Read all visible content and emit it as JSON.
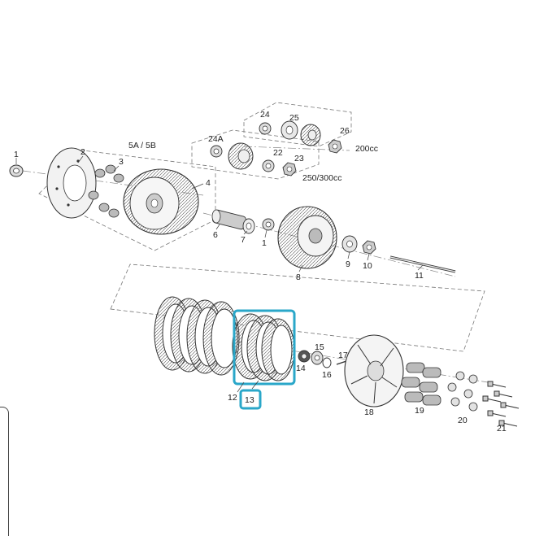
{
  "diagram": {
    "labels": {
      "p1a": "1",
      "p2": "2",
      "p3": "3",
      "p4": "4",
      "p5": "5A / 5B",
      "p6": "6",
      "p7": "7",
      "p1b": "1",
      "p8": "8",
      "p9": "9",
      "p10": "10",
      "p11": "11",
      "p12": "12",
      "p13": "13",
      "p14": "14",
      "p15": "15",
      "p16": "16",
      "p17": "17",
      "p18": "18",
      "p19": "19",
      "p20": "20",
      "p21": "21",
      "p22": "22",
      "p23": "23",
      "p24": "24",
      "p24a": "24A",
      "p25": "25",
      "p26": "26"
    },
    "variants": {
      "v200": "200cc",
      "v250": "250/300cc"
    },
    "highlight_color": "#2aa7c9"
  }
}
